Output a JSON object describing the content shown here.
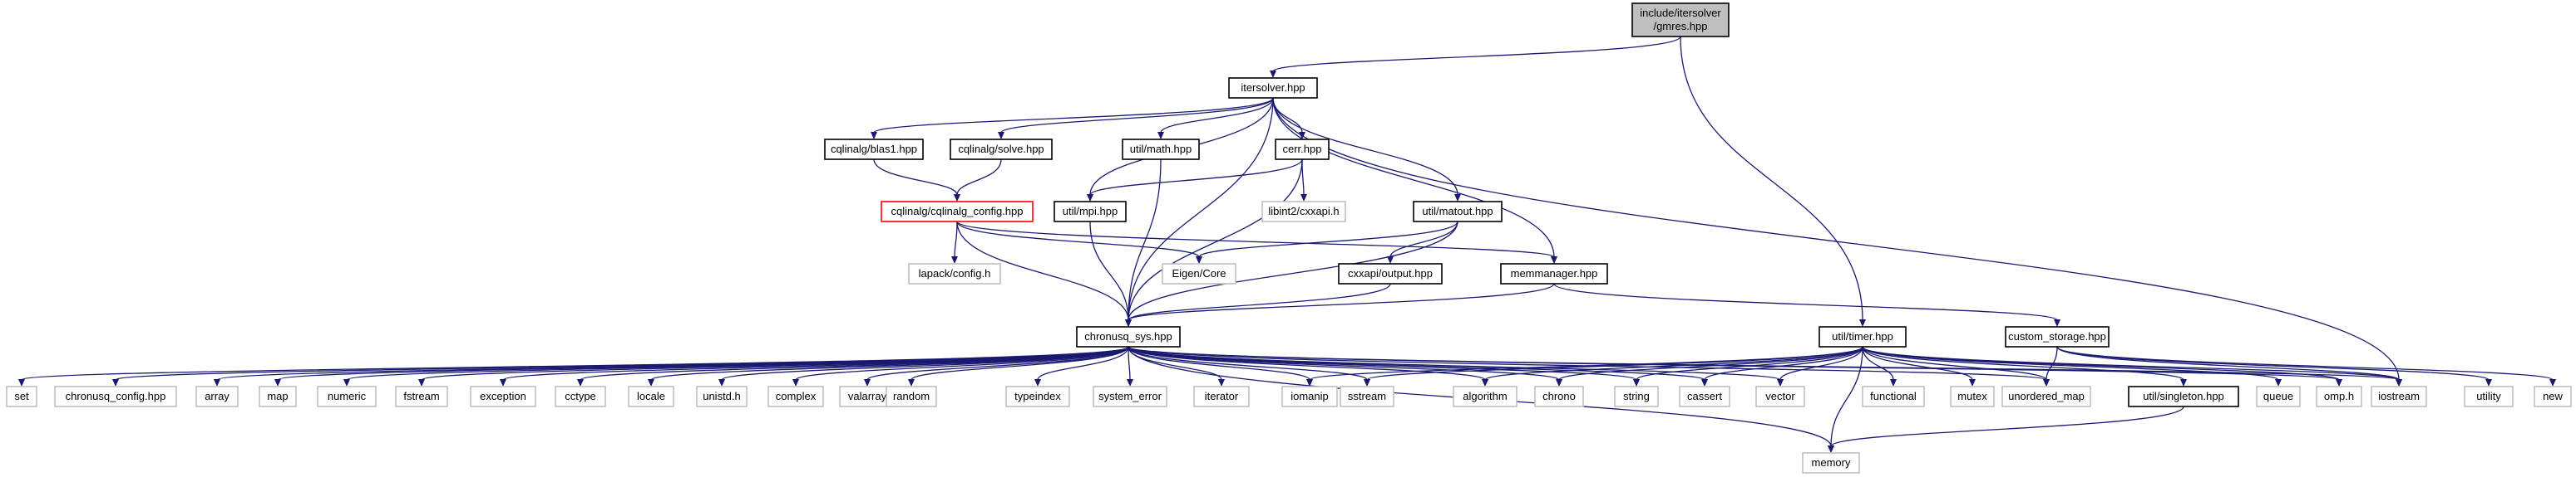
{
  "graph": {
    "nodes": [
      {
        "id": "gmres",
        "lines": [
          "include/itersolver",
          "/gmres.hpp"
        ],
        "style": "root"
      },
      {
        "id": "itersolver",
        "lines": [
          "itersolver.hpp"
        ],
        "style": "file"
      },
      {
        "id": "blas1",
        "lines": [
          "cqlinalg/blas1.hpp"
        ],
        "style": "file"
      },
      {
        "id": "solve",
        "lines": [
          "cqlinalg/solve.hpp"
        ],
        "style": "file"
      },
      {
        "id": "math",
        "lines": [
          "util/math.hpp"
        ],
        "style": "file"
      },
      {
        "id": "cerr",
        "lines": [
          "cerr.hpp"
        ],
        "style": "file"
      },
      {
        "id": "cqconfig",
        "lines": [
          "cqlinalg/cqlinalg_config.hpp"
        ],
        "style": "highlight"
      },
      {
        "id": "mpi",
        "lines": [
          "util/mpi.hpp"
        ],
        "style": "file"
      },
      {
        "id": "cxxapi",
        "lines": [
          "libint2/cxxapi.h"
        ],
        "style": "system"
      },
      {
        "id": "matout",
        "lines": [
          "util/matout.hpp"
        ],
        "style": "file"
      },
      {
        "id": "lapack",
        "lines": [
          "lapack/config.h"
        ],
        "style": "system"
      },
      {
        "id": "eigen",
        "lines": [
          "Eigen/Core"
        ],
        "style": "system"
      },
      {
        "id": "output",
        "lines": [
          "cxxapi/output.hpp"
        ],
        "style": "file"
      },
      {
        "id": "memmanager",
        "lines": [
          "memmanager.hpp"
        ],
        "style": "file"
      },
      {
        "id": "sys",
        "lines": [
          "chronusq_sys.hpp"
        ],
        "style": "file"
      },
      {
        "id": "timer",
        "lines": [
          "util/timer.hpp"
        ],
        "style": "file"
      },
      {
        "id": "custom",
        "lines": [
          "custom_storage.hpp"
        ],
        "style": "file"
      },
      {
        "id": "set",
        "lines": [
          "set"
        ],
        "style": "system"
      },
      {
        "id": "cqcfg",
        "lines": [
          "chronusq_config.hpp"
        ],
        "style": "system"
      },
      {
        "id": "array",
        "lines": [
          "array"
        ],
        "style": "system"
      },
      {
        "id": "map",
        "lines": [
          "map"
        ],
        "style": "system"
      },
      {
        "id": "numeric",
        "lines": [
          "numeric"
        ],
        "style": "system"
      },
      {
        "id": "fstream",
        "lines": [
          "fstream"
        ],
        "style": "system"
      },
      {
        "id": "exception",
        "lines": [
          "exception"
        ],
        "style": "system"
      },
      {
        "id": "cctype",
        "lines": [
          "cctype"
        ],
        "style": "system"
      },
      {
        "id": "locale",
        "lines": [
          "locale"
        ],
        "style": "system"
      },
      {
        "id": "unistd",
        "lines": [
          "unistd.h"
        ],
        "style": "system"
      },
      {
        "id": "complex",
        "lines": [
          "complex"
        ],
        "style": "system"
      },
      {
        "id": "valarray",
        "lines": [
          "valarray"
        ],
        "style": "system"
      },
      {
        "id": "random",
        "lines": [
          "random"
        ],
        "style": "system"
      },
      {
        "id": "typeindex",
        "lines": [
          "typeindex"
        ],
        "style": "system"
      },
      {
        "id": "system_error",
        "lines": [
          "system_error"
        ],
        "style": "system"
      },
      {
        "id": "iterator",
        "lines": [
          "iterator"
        ],
        "style": "system"
      },
      {
        "id": "iomanip",
        "lines": [
          "iomanip"
        ],
        "style": "system"
      },
      {
        "id": "sstream",
        "lines": [
          "sstream"
        ],
        "style": "system"
      },
      {
        "id": "algorithm",
        "lines": [
          "algorithm"
        ],
        "style": "system"
      },
      {
        "id": "chrono",
        "lines": [
          "chrono"
        ],
        "style": "system"
      },
      {
        "id": "string",
        "lines": [
          "string"
        ],
        "style": "system"
      },
      {
        "id": "cassert",
        "lines": [
          "cassert"
        ],
        "style": "system"
      },
      {
        "id": "vector",
        "lines": [
          "vector"
        ],
        "style": "system"
      },
      {
        "id": "functional",
        "lines": [
          "functional"
        ],
        "style": "system"
      },
      {
        "id": "mutex",
        "lines": [
          "mutex"
        ],
        "style": "system"
      },
      {
        "id": "unordered_map",
        "lines": [
          "unordered_map"
        ],
        "style": "system"
      },
      {
        "id": "singleton",
        "lines": [
          "util/singleton.hpp"
        ],
        "style": "file"
      },
      {
        "id": "queue",
        "lines": [
          "queue"
        ],
        "style": "system"
      },
      {
        "id": "omp",
        "lines": [
          "omp.h"
        ],
        "style": "system"
      },
      {
        "id": "iostream",
        "lines": [
          "iostream"
        ],
        "style": "system"
      },
      {
        "id": "utility",
        "lines": [
          "utility"
        ],
        "style": "system"
      },
      {
        "id": "new",
        "lines": [
          "new"
        ],
        "style": "system"
      },
      {
        "id": "memory",
        "lines": [
          "memory"
        ],
        "style": "system"
      }
    ],
    "edges": [
      [
        "gmres",
        "itersolver"
      ],
      [
        "gmres",
        "timer"
      ],
      [
        "itersolver",
        "blas1"
      ],
      [
        "itersolver",
        "solve"
      ],
      [
        "itersolver",
        "math"
      ],
      [
        "itersolver",
        "cerr"
      ],
      [
        "itersolver",
        "mpi"
      ],
      [
        "itersolver",
        "matout"
      ],
      [
        "itersolver",
        "memmanager"
      ],
      [
        "itersolver",
        "sys"
      ],
      [
        "itersolver",
        "iostream"
      ],
      [
        "blas1",
        "cqconfig"
      ],
      [
        "solve",
        "cqconfig"
      ],
      [
        "cqconfig",
        "lapack"
      ],
      [
        "cqconfig",
        "eigen"
      ],
      [
        "cqconfig",
        "sys"
      ],
      [
        "cqconfig",
        "memmanager"
      ],
      [
        "math",
        "sys"
      ],
      [
        "cerr",
        "cxxapi"
      ],
      [
        "cerr",
        "mpi"
      ],
      [
        "cerr",
        "sys"
      ],
      [
        "mpi",
        "sys"
      ],
      [
        "matout",
        "eigen"
      ],
      [
        "matout",
        "output"
      ],
      [
        "matout",
        "sys"
      ],
      [
        "output",
        "sys"
      ],
      [
        "memmanager",
        "sys"
      ],
      [
        "memmanager",
        "custom"
      ],
      [
        "custom",
        "unordered_map"
      ],
      [
        "custom",
        "iostream"
      ],
      [
        "custom",
        "utility"
      ],
      [
        "custom",
        "new"
      ],
      [
        "sys",
        "set"
      ],
      [
        "sys",
        "cqcfg"
      ],
      [
        "sys",
        "array"
      ],
      [
        "sys",
        "map"
      ],
      [
        "sys",
        "numeric"
      ],
      [
        "sys",
        "fstream"
      ],
      [
        "sys",
        "exception"
      ],
      [
        "sys",
        "cctype"
      ],
      [
        "sys",
        "locale"
      ],
      [
        "sys",
        "unistd"
      ],
      [
        "sys",
        "complex"
      ],
      [
        "sys",
        "valarray"
      ],
      [
        "sys",
        "random"
      ],
      [
        "sys",
        "typeindex"
      ],
      [
        "sys",
        "system_error"
      ],
      [
        "sys",
        "iterator"
      ],
      [
        "sys",
        "iomanip"
      ],
      [
        "sys",
        "sstream"
      ],
      [
        "sys",
        "algorithm"
      ],
      [
        "sys",
        "chrono"
      ],
      [
        "sys",
        "string"
      ],
      [
        "sys",
        "cassert"
      ],
      [
        "sys",
        "vector"
      ],
      [
        "sys",
        "memory"
      ],
      [
        "sys",
        "iostream"
      ],
      [
        "sys",
        "omp"
      ],
      [
        "sys",
        "unordered_map"
      ],
      [
        "timer",
        "iomanip"
      ],
      [
        "timer",
        "sstream"
      ],
      [
        "timer",
        "algorithm"
      ],
      [
        "timer",
        "chrono"
      ],
      [
        "timer",
        "string"
      ],
      [
        "timer",
        "cassert"
      ],
      [
        "timer",
        "vector"
      ],
      [
        "timer",
        "functional"
      ],
      [
        "timer",
        "mutex"
      ],
      [
        "timer",
        "unordered_map"
      ],
      [
        "timer",
        "singleton"
      ],
      [
        "timer",
        "queue"
      ],
      [
        "timer",
        "omp"
      ],
      [
        "timer",
        "iostream"
      ],
      [
        "timer",
        "memory"
      ],
      [
        "singleton",
        "memory"
      ]
    ]
  }
}
